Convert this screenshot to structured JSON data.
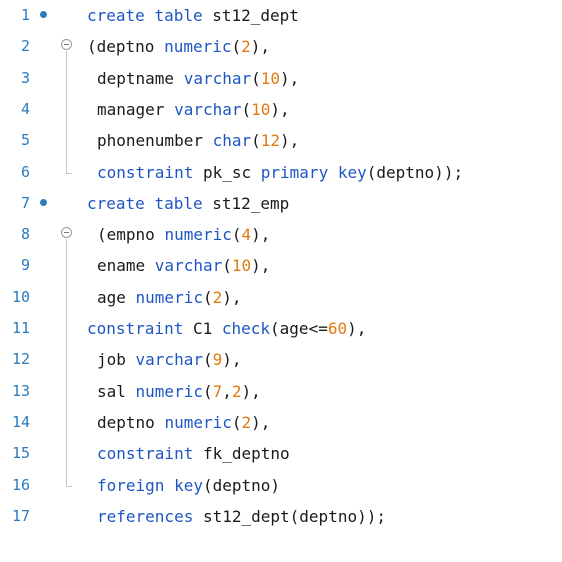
{
  "editor": {
    "lines": [
      {
        "n": "1",
        "indent": 0,
        "marker": "dot",
        "tokens": [
          [
            "create",
            "kw"
          ],
          [
            " ",
            "txt"
          ],
          [
            "table",
            "kw"
          ],
          [
            " st12_dept",
            "txt"
          ]
        ]
      },
      {
        "n": "2",
        "indent": 0,
        "marker": "fold",
        "tokens": [
          [
            "(deptno ",
            "txt"
          ],
          [
            "numeric",
            "kw"
          ],
          [
            "(",
            "txt"
          ],
          [
            "2",
            "num"
          ],
          [
            "),",
            "txt"
          ]
        ]
      },
      {
        "n": "3",
        "indent": 1,
        "marker": "",
        "tokens": [
          [
            "deptname ",
            "txt"
          ],
          [
            "varchar",
            "kw"
          ],
          [
            "(",
            "txt"
          ],
          [
            "10",
            "num"
          ],
          [
            "),",
            "txt"
          ]
        ]
      },
      {
        "n": "4",
        "indent": 1,
        "marker": "",
        "tokens": [
          [
            "manager ",
            "txt"
          ],
          [
            "varchar",
            "kw"
          ],
          [
            "(",
            "txt"
          ],
          [
            "10",
            "num"
          ],
          [
            "),",
            "txt"
          ]
        ]
      },
      {
        "n": "5",
        "indent": 1,
        "marker": "",
        "tokens": [
          [
            "phonenumber ",
            "txt"
          ],
          [
            "char",
            "kw"
          ],
          [
            "(",
            "txt"
          ],
          [
            "12",
            "num"
          ],
          [
            "),",
            "txt"
          ]
        ]
      },
      {
        "n": "6",
        "indent": 1,
        "marker": "",
        "tokens": [
          [
            "constraint",
            "kw"
          ],
          [
            " pk_sc ",
            "txt"
          ],
          [
            "primary",
            "kw"
          ],
          [
            " ",
            "txt"
          ],
          [
            "key",
            "kw"
          ],
          [
            "(deptno));",
            "txt"
          ]
        ]
      },
      {
        "n": "7",
        "indent": 0,
        "marker": "dot",
        "tokens": [
          [
            "create",
            "kw"
          ],
          [
            " ",
            "txt"
          ],
          [
            "table",
            "kw"
          ],
          [
            " st12_emp",
            "txt"
          ]
        ]
      },
      {
        "n": "8",
        "indent": 1,
        "marker": "fold",
        "tokens": [
          [
            "(empno ",
            "txt"
          ],
          [
            "numeric",
            "kw"
          ],
          [
            "(",
            "txt"
          ],
          [
            "4",
            "num"
          ],
          [
            "),",
            "txt"
          ]
        ]
      },
      {
        "n": "9",
        "indent": 1,
        "marker": "",
        "tokens": [
          [
            "ename ",
            "txt"
          ],
          [
            "varchar",
            "kw"
          ],
          [
            "(",
            "txt"
          ],
          [
            "10",
            "num"
          ],
          [
            "),",
            "txt"
          ]
        ]
      },
      {
        "n": "10",
        "indent": 1,
        "marker": "",
        "tokens": [
          [
            "age ",
            "txt"
          ],
          [
            "numeric",
            "kw"
          ],
          [
            "(",
            "txt"
          ],
          [
            "2",
            "num"
          ],
          [
            "),",
            "txt"
          ]
        ]
      },
      {
        "n": "11",
        "indent": 0,
        "marker": "",
        "tokens": [
          [
            "constraint",
            "kw"
          ],
          [
            " C1 ",
            "txt"
          ],
          [
            "check",
            "kw"
          ],
          [
            "(age<=",
            "txt"
          ],
          [
            "60",
            "num"
          ],
          [
            "),",
            "txt"
          ]
        ]
      },
      {
        "n": "12",
        "indent": 1,
        "marker": "",
        "tokens": [
          [
            "job ",
            "txt"
          ],
          [
            "varchar",
            "kw"
          ],
          [
            "(",
            "txt"
          ],
          [
            "9",
            "num"
          ],
          [
            "),",
            "txt"
          ]
        ]
      },
      {
        "n": "13",
        "indent": 1,
        "marker": "",
        "tokens": [
          [
            "sal ",
            "txt"
          ],
          [
            "numeric",
            "kw"
          ],
          [
            "(",
            "txt"
          ],
          [
            "7",
            "num"
          ],
          [
            ",",
            "txt"
          ],
          [
            "2",
            "num"
          ],
          [
            "),",
            "txt"
          ]
        ]
      },
      {
        "n": "14",
        "indent": 1,
        "marker": "",
        "tokens": [
          [
            "deptno ",
            "txt"
          ],
          [
            "numeric",
            "kw"
          ],
          [
            "(",
            "txt"
          ],
          [
            "2",
            "num"
          ],
          [
            "),",
            "txt"
          ]
        ]
      },
      {
        "n": "15",
        "indent": 1,
        "marker": "",
        "tokens": [
          [
            "constraint",
            "kw"
          ],
          [
            " fk_deptno",
            "txt"
          ]
        ]
      },
      {
        "n": "16",
        "indent": 1,
        "marker": "",
        "tokens": [
          [
            "foreign",
            "kw"
          ],
          [
            " ",
            "txt"
          ],
          [
            "key",
            "kw"
          ],
          [
            "(deptno)",
            "txt"
          ]
        ]
      },
      {
        "n": "17",
        "indent": 1,
        "marker": "",
        "tokens": [
          [
            "references",
            "kw"
          ],
          [
            " st12_dept(deptno));",
            "txt"
          ]
        ]
      }
    ],
    "colors": {
      "keyword": "#1f56c4",
      "number": "#e07a10",
      "text": "#1a1a1a",
      "line_number": "#2b7bbf"
    }
  }
}
